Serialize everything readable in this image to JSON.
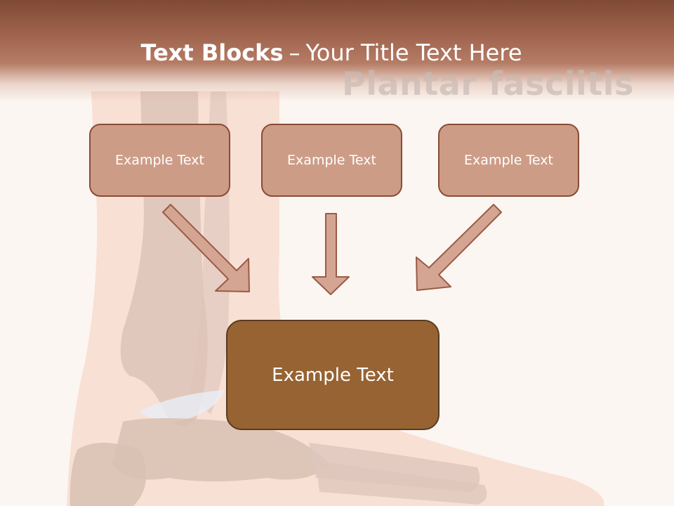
{
  "slide": {
    "title_bold": "Text Blocks",
    "title_dash": "–",
    "title_rest": "Your Title Text Here",
    "watermark": "Plantar fasciitis"
  },
  "boxes": [
    {
      "label": "Example Text"
    },
    {
      "label": "Example Text"
    },
    {
      "label": "Example Text"
    }
  ],
  "target_box": {
    "label": "Example Text"
  },
  "colors": {
    "header": "#9c604a",
    "box_fill": "#cd9c87",
    "box_border": "#8a4c35",
    "target_fill": "#976333",
    "arrow_fill": "#d4a592"
  }
}
